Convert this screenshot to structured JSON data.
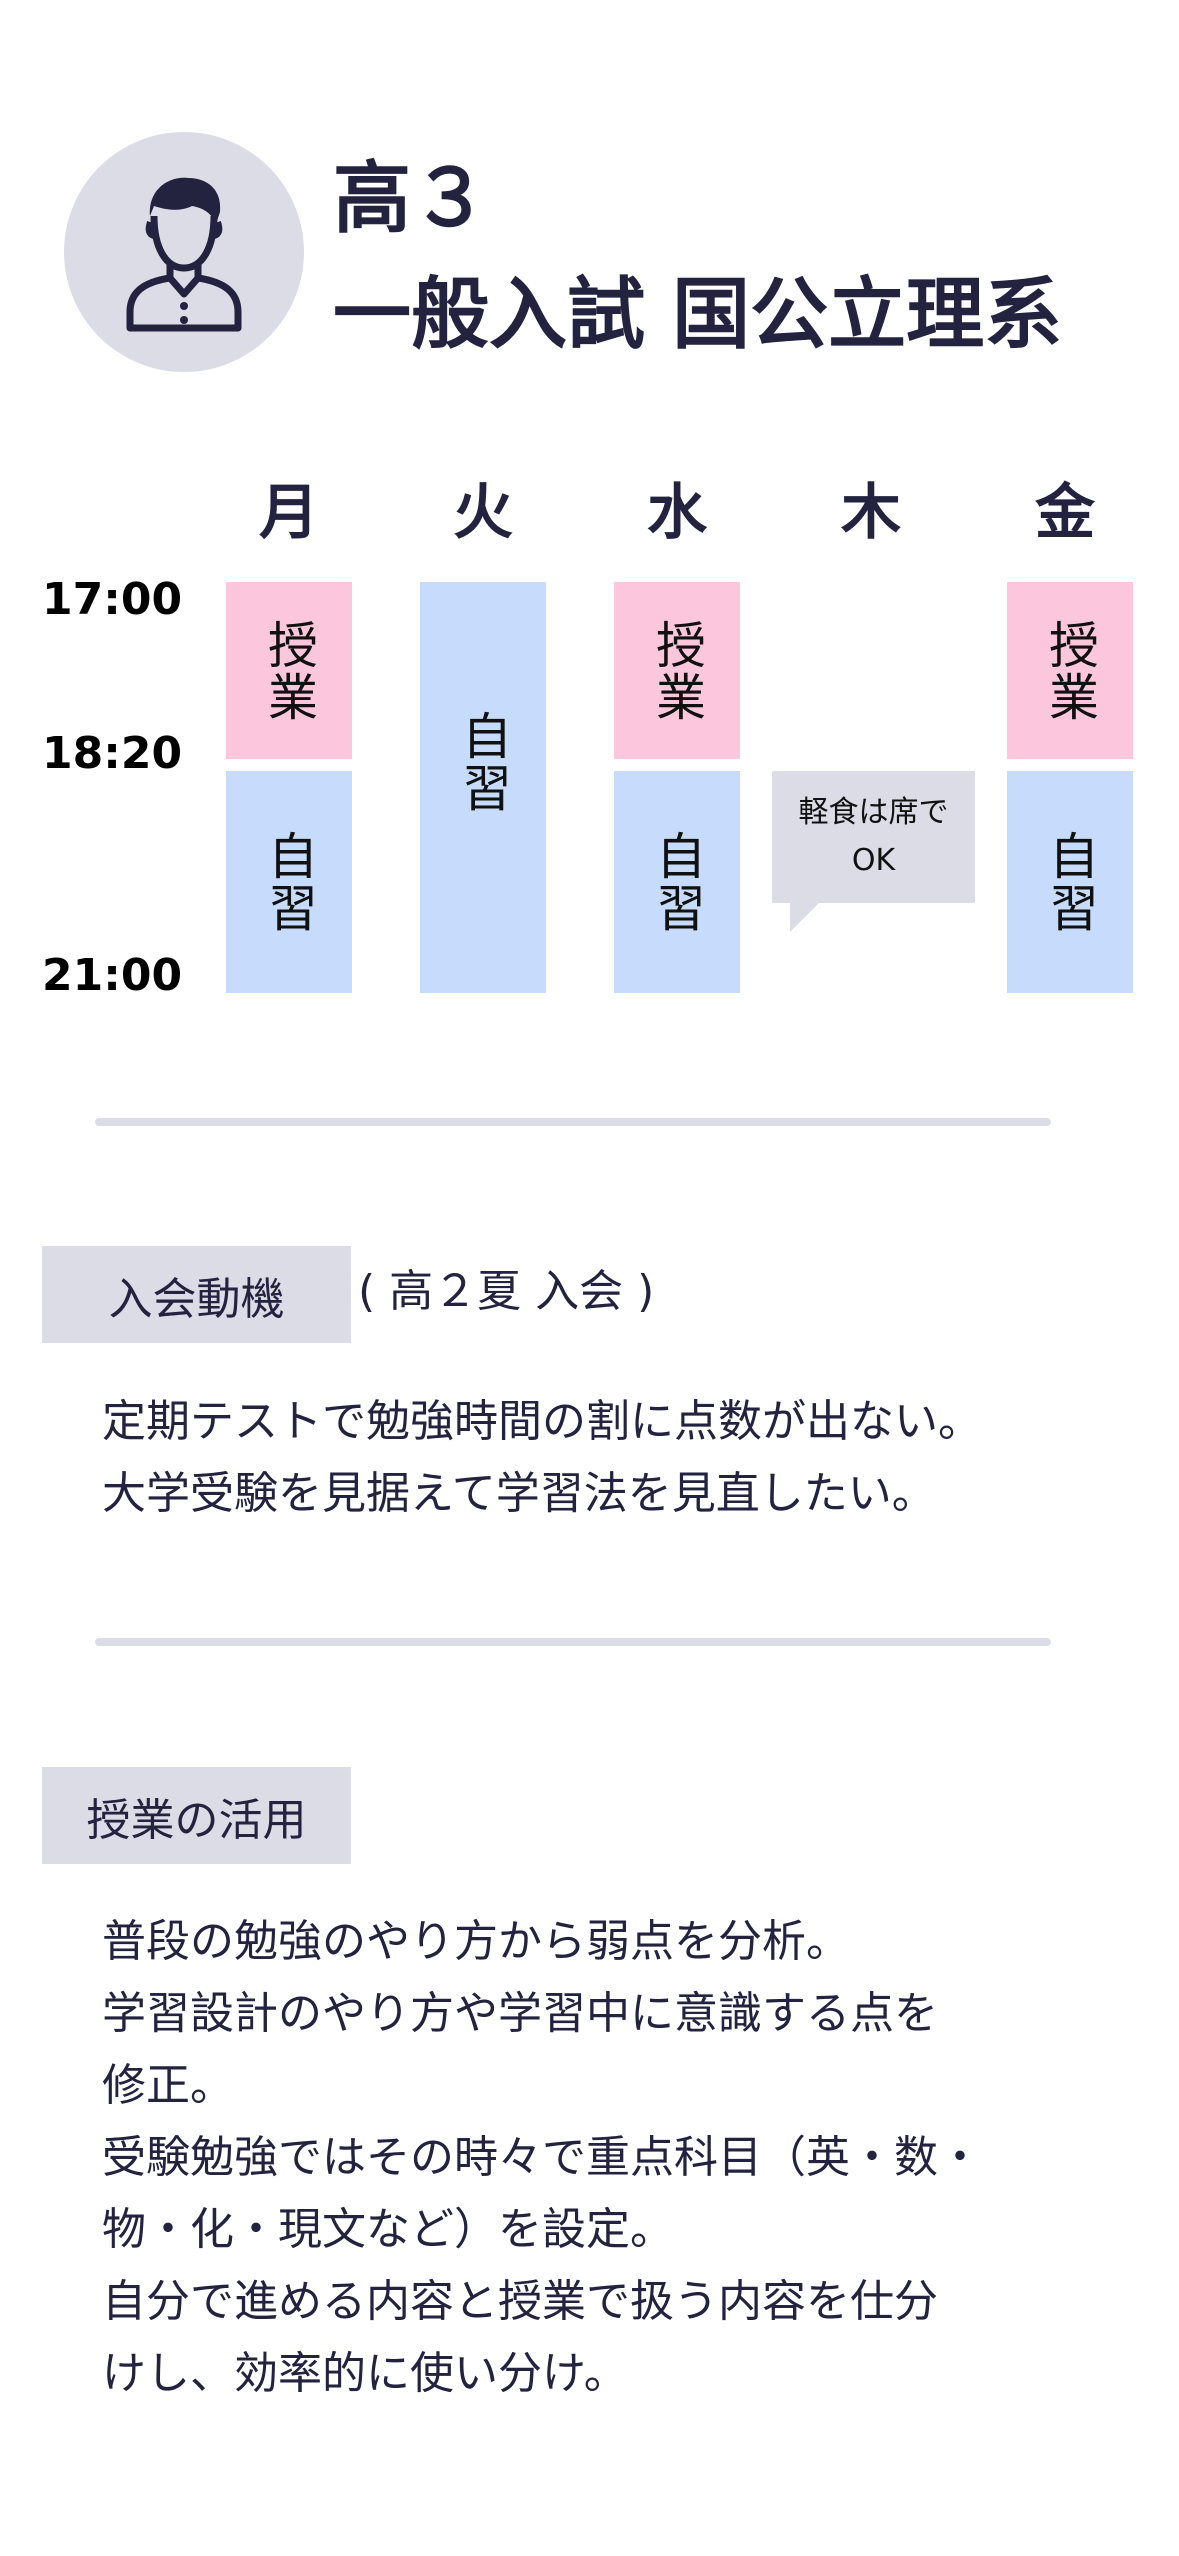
{
  "profile": {
    "avatar_icon": "person-icon",
    "grade": "高３",
    "course": "一般入試 国公立理系"
  },
  "schedule": {
    "days": [
      "月",
      "火",
      "水",
      "木",
      "金"
    ],
    "times": [
      "17:00",
      "18:20",
      "21:00"
    ],
    "labels": {
      "class": "授業",
      "self_study": "自習"
    },
    "bubble": {
      "line1": "軽食は席で",
      "line2": "OK"
    },
    "colors": {
      "class": "#fcc7dc",
      "self_study": "#c7dcfc"
    }
  },
  "motivation": {
    "tag": "入会動機",
    "note": "( 高２夏 入会 )",
    "lines": [
      "定期テストで勉強時間の割に点数が出ない。",
      "大学受験を見据えて学習法を見直したい。"
    ]
  },
  "usage": {
    "tag": "授業の活用",
    "lines": [
      "普段の勉強のやり方から弱点を分析。",
      "学習設計のやり方や学習中に意識する点を",
      "修正。",
      "受験勉強ではその時々で重点科目（英・数・",
      "物・化・現文など）を設定。",
      "自分で進める内容と授業で扱う内容を仕分",
      "けし、効率的に使い分け。"
    ]
  }
}
